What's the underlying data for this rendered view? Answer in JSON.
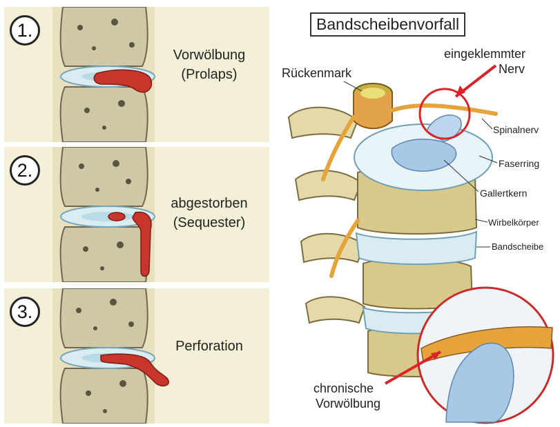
{
  "title": "Bandscheibenvorfall",
  "stages": [
    {
      "number": "1.",
      "line1": "Vorwölbung",
      "line2": "(Prolaps)"
    },
    {
      "number": "2.",
      "line1": "abgestorben",
      "line2": "(Sequester)"
    },
    {
      "number": "3.",
      "line1": "Perforation",
      "line2": ""
    }
  ],
  "labels": {
    "rueckenmark": "Rückenmark",
    "nerv_line1": "eingeklemmter",
    "nerv_line2": "Nerv",
    "spinalnerv": "Spinalnerv",
    "faserring": "Faserring",
    "gallertkern": "Gallertkern",
    "wirbelkoerper": "Wirbelkörper",
    "bandscheibe": "Bandscheibe",
    "chronisch_line1": "chronische",
    "chronisch_line2": "Vorwölbung"
  },
  "colors": {
    "panel_bg": "#f4f0d8",
    "bone": "#cfc8a6",
    "disc": "#d8ecf2",
    "herniation": "#c8352a",
    "nerve": "#e6a33a",
    "callout": "#d9252a"
  }
}
